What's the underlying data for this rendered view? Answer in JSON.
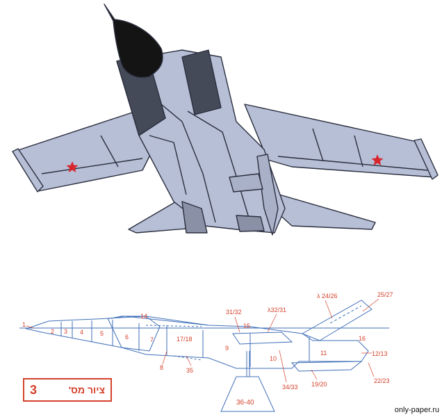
{
  "colors": {
    "fuselage": "#b7bfd6",
    "outline": "#2a2e3e",
    "nose": "#141414",
    "star": "#d8262f",
    "diagram_lines": "#3f6fb8",
    "labels": "#d4412b"
  },
  "plan": {
    "labels": {
      "l1": "1",
      "l2": "2",
      "l3": "3",
      "l4": "4",
      "l5": "5",
      "l6": "6",
      "l7": "7",
      "l8": "8",
      "l9": "9",
      "l10": "10",
      "l11": "11",
      "l12_13": "12/13",
      "l14": "14",
      "l15": "15",
      "l16": "16",
      "l17_18": "17/18",
      "l19_20": "19/20",
      "l22_23": "22/23",
      "l24_26": "λ 24/26",
      "l25_27": "25/27",
      "l31_32": "31/32",
      "l32_31": "λ32/31",
      "l34_33": "34/33",
      "l35": "35",
      "l36_40": "36-40"
    }
  },
  "figure": {
    "number": "3",
    "caption": "ציור מס'"
  },
  "watermark": "only-paper.ru"
}
